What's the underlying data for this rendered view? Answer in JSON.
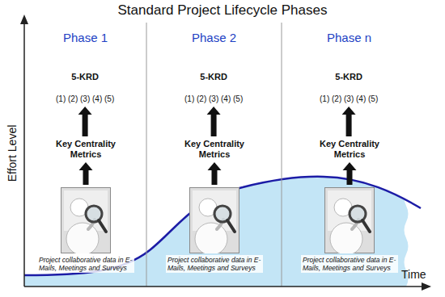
{
  "diagram": {
    "title": "Standard Project Lifecycle Phases",
    "nodes": [
      {
        "text": [
          "Phase 1"
        ]
      },
      {
        "text": [
          "5-KRD",
          "(1) (2) (3) (4) (5)"
        ],
        "in": 0
      },
      {
        "text": [
          "Key Centrality Metrics"
        ],
        "in": 0
      },
      {
        "text": [
          "Project collaborative data in E-Mails, Meetings and Surveys"
        ],
        "in": 0
      },
      {
        "text": [
          "Phase 2"
        ]
      },
      {
        "text": [
          "5-KRD",
          "(1) (2) (3) (4) (5)"
        ],
        "in": 4
      },
      {
        "text": [
          "Key Centrality Metrics"
        ],
        "in": 4
      },
      {
        "text": [
          "Project collaborative data in E-Mails, Meetings and Surveys"
        ],
        "in": 4
      },
      {
        "text": [
          "Phase n"
        ]
      },
      {
        "text": [
          "5-KRD",
          "(1) (2) (3) (4) (5)"
        ],
        "in": 8
      },
      {
        "text": [
          "Key Centrality Metrics"
        ],
        "in": 8
      },
      {
        "text": [
          "Project collaborative data in E-Mails, Meetings and Surveys"
        ],
        "in": 8
      }
    ],
    "edges": [
      {
        "from": 3,
        "to": 2,
        "arrow": "to"
      },
      {
        "from": 2,
        "to": 1,
        "arrow": "to"
      },
      {
        "from": 7,
        "to": 6,
        "arrow": "to"
      },
      {
        "from": 6,
        "to": 5,
        "arrow": "to"
      },
      {
        "from": 11,
        "to": 10,
        "arrow": "to"
      },
      {
        "from": 10,
        "to": 9,
        "arrow": "to"
      }
    ],
    "labels": [
      "Effort Level",
      "Time"
    ]
  }
}
